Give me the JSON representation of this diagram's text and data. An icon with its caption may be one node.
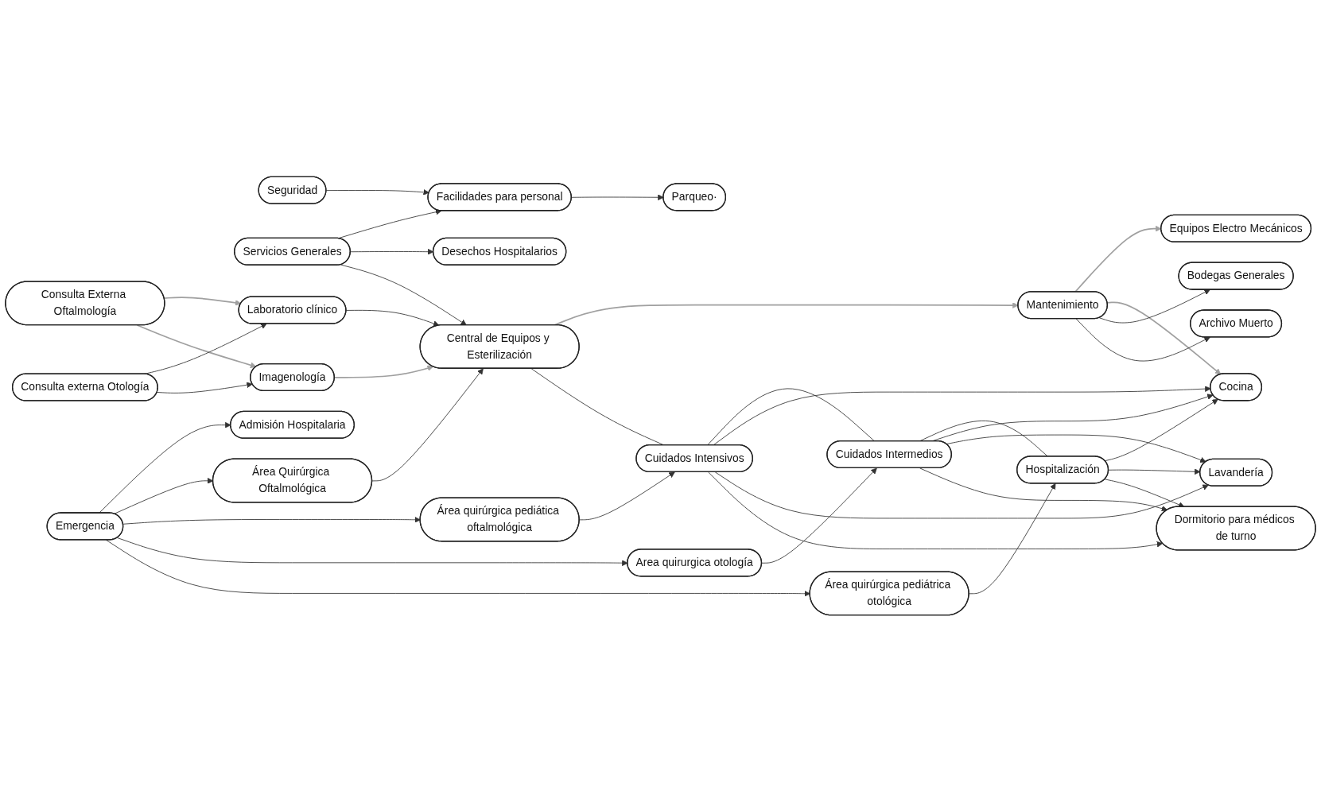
{
  "diagram": {
    "nodes": [
      {
        "text": [
          "Seguridad"
        ]
      },
      {
        "text": [
          "Facilidades para personal"
        ]
      },
      {
        "text": [
          "Laboratorio  clínico"
        ]
      },
      {
        "text": [
          "Desechos Hospitalarios"
        ]
      },
      {
        "text": [
          "Imagenología"
        ]
      },
      {
        "text": [
          "Consulta Externa Oftalmología"
        ]
      },
      {
        "text": [
          "Servicios Generales"
        ]
      },
      {
        "text": [
          "Equipos Electro Mecánicos"
        ]
      },
      {
        "text": [
          "Parqueo·"
        ]
      },
      {
        "text": [
          "Admisión Hospitalaria"
        ]
      },
      {
        "text": [
          "Consulta externa Otología"
        ]
      },
      {
        "text": [
          "Área Quirúrgica Oftalmológica"
        ]
      },
      {
        "text": [
          "Central de Equipos y Esterilización"
        ]
      },
      {
        "text": [
          "Mantenimiento"
        ]
      },
      {
        "text": [
          "Bodegas Generales"
        ]
      },
      {
        "text": [
          "Área quirúrgica pediática oftalmológica"
        ]
      },
      {
        "text": [
          "Cuidados Intensivos"
        ]
      },
      {
        "text": [
          "Cocina"
        ]
      },
      {
        "text": [
          "Archivo Muerto"
        ]
      },
      {
        "text": [
          "Area quirurgica otología"
        ]
      },
      {
        "text": [
          "Emergencia"
        ]
      },
      {
        "text": [
          "Cuidados Intermedios"
        ]
      },
      {
        "text": [
          "Lavandería"
        ]
      },
      {
        "text": [
          "Área quirúrgica pediátrica otológica"
        ]
      },
      {
        "text": [
          "Hospitalización"
        ]
      },
      {
        "text": [
          "Dormitorio para médicos de turno"
        ]
      }
    ],
    "edges": [
      {
        "from": 5,
        "to": 2,
        "arrow": "to",
        "color": "#a0a0a0"
      },
      {
        "from": 5,
        "to": 4,
        "arrow": "to",
        "color": "#a0a0a0"
      },
      {
        "from": 10,
        "to": 2,
        "arrow": "to"
      },
      {
        "from": 10,
        "to": 4,
        "arrow": "to"
      },
      {
        "from": 20,
        "to": 9,
        "arrow": "to"
      },
      {
        "from": 20,
        "to": 11,
        "arrow": "to"
      },
      {
        "from": 20,
        "to": 15,
        "arrow": "to"
      },
      {
        "from": 20,
        "to": 19,
        "arrow": "to"
      },
      {
        "from": 20,
        "to": 23,
        "arrow": "to"
      },
      {
        "from": 2,
        "to": 12,
        "arrow": "to"
      },
      {
        "from": 4,
        "to": 12,
        "arrow": "to",
        "color": "#a0a0a0"
      },
      {
        "from": 11,
        "to": 12,
        "arrow": "to"
      },
      {
        "from": 15,
        "to": 16,
        "arrow": "to"
      },
      {
        "from": 19,
        "to": 21,
        "arrow": "to"
      },
      {
        "from": 23,
        "to": 24,
        "arrow": "to"
      },
      {
        "from": 0,
        "to": 1,
        "arrow": "to"
      },
      {
        "from": 6,
        "to": 1,
        "arrow": "to"
      },
      {
        "from": 6,
        "to": 3,
        "arrow": "to"
      },
      {
        "from": 6,
        "to": 12,
        "arrow": "to"
      },
      {
        "from": 1,
        "to": 8,
        "arrow": "to"
      },
      {
        "from": 12,
        "to": 13,
        "arrow": "to",
        "color": "#a0a0a0"
      },
      {
        "from": 13,
        "to": 7,
        "arrow": "to",
        "color": "#a0a0a0"
      },
      {
        "from": 13,
        "to": 17,
        "arrow": "to",
        "color": "#a0a0a0"
      },
      {
        "from": 13,
        "to": 14,
        "arrow": "to"
      },
      {
        "from": 13,
        "to": 18,
        "arrow": "to"
      },
      {
        "from": 12,
        "to": 16,
        "arrow": "none"
      },
      {
        "from": 16,
        "to": 21,
        "arrow": "none"
      },
      {
        "from": 21,
        "to": 24,
        "arrow": "none"
      },
      {
        "from": 16,
        "to": 17,
        "arrow": "to"
      },
      {
        "from": 16,
        "to": 22,
        "arrow": "to"
      },
      {
        "from": 16,
        "to": 25,
        "arrow": "to"
      },
      {
        "from": 21,
        "to": 17,
        "arrow": "to"
      },
      {
        "from": 21,
        "to": 22,
        "arrow": "to"
      },
      {
        "from": 21,
        "to": 25,
        "arrow": "to"
      },
      {
        "from": 24,
        "to": 17,
        "arrow": "to"
      },
      {
        "from": 24,
        "to": 22,
        "arrow": "to"
      },
      {
        "from": 24,
        "to": 25,
        "arrow": "to"
      }
    ]
  }
}
